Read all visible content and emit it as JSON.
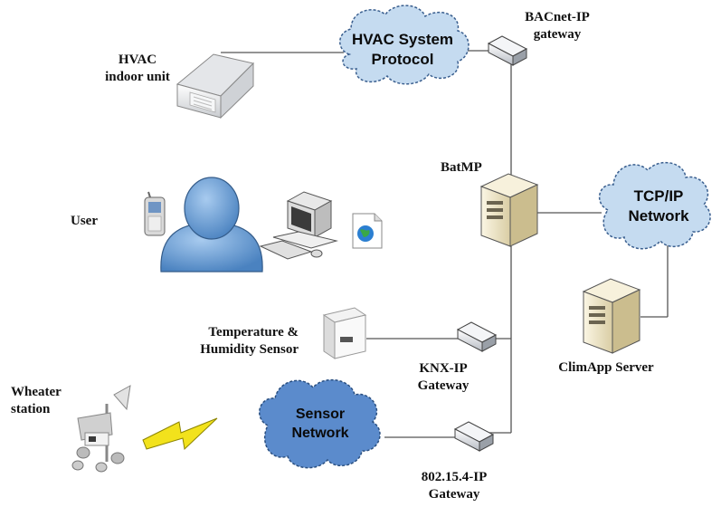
{
  "labels": {
    "hvac_indoor_unit_line1": "HVAC",
    "hvac_indoor_unit_line2": "indoor unit",
    "hvac_cloud_line1": "HVAC System",
    "hvac_cloud_line2": "Protocol",
    "bacnet_line1": "BACnet-IP",
    "bacnet_line2": "gateway",
    "batmp": "BatMP",
    "user": "User",
    "tcpip_line1": "TCP/IP",
    "tcpip_line2": "Network",
    "temp_line1": "Temperature &",
    "temp_line2": "Humidity Sensor",
    "knx_line1": "KNX-IP",
    "knx_line2": "Gateway",
    "climapp": "ClimApp Server",
    "weather_line1": "Wheater",
    "weather_line2": "station",
    "sensor_cloud_line1": "Sensor",
    "sensor_cloud_line2": "Network",
    "ieee_line1": "802.15.4-IP",
    "ieee_line2": "Gateway"
  },
  "colors": {
    "cloud_light": "#c5dbf0",
    "cloud_dark": "#5b8bcc",
    "server": "#efe6c8",
    "user_figure": "#6a9fd4",
    "lightning": "#f2e21c",
    "line": "#555555"
  }
}
